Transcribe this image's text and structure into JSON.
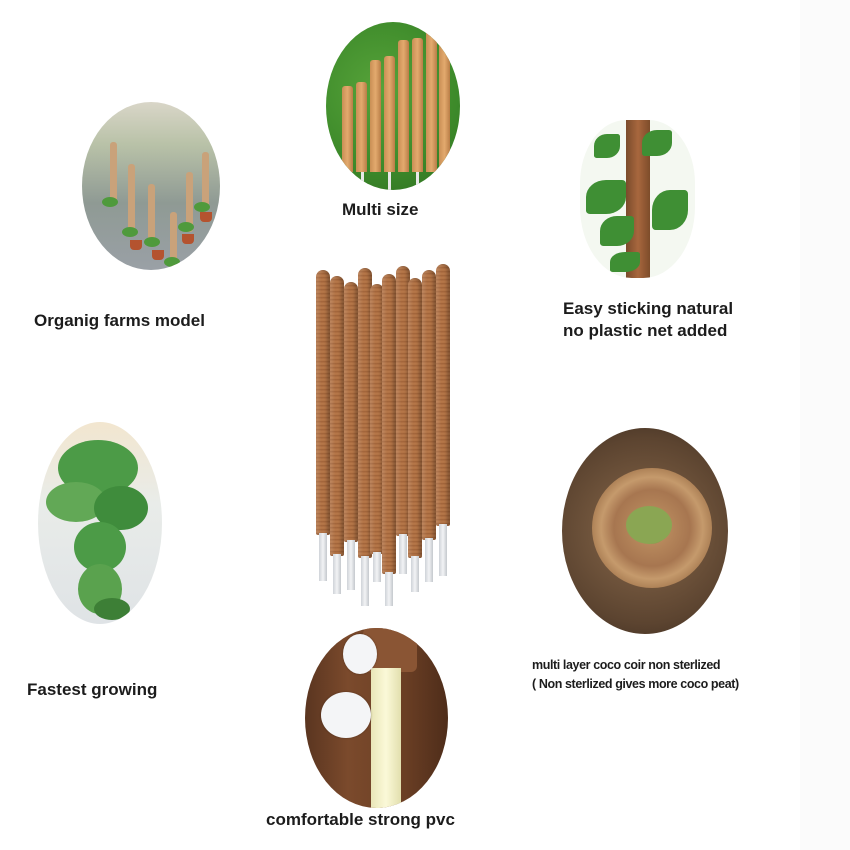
{
  "features": [
    {
      "id": "multi-size",
      "label": "Multi size",
      "image": "coir-sticks-in-grass-multiple-heights"
    },
    {
      "id": "organic-farms",
      "label": "Organig farms model",
      "image": "greenhouse-rows-of-potted-plants-on-coir-poles"
    },
    {
      "id": "easy-sticking",
      "label_lines": [
        "Easy sticking natural",
        "no plastic net added"
      ],
      "image": "climbing-plant-on-coir-pole"
    },
    {
      "id": "fastest-growing",
      "label": "Fastest growing",
      "image": "tall-leafy-plant-indoors"
    },
    {
      "id": "coco-coir",
      "label_lines": [
        "multi layer coco coir non sterlized",
        "( Non sterlized gives more coco peat)"
      ],
      "image": "coir-layers-closeup"
    },
    {
      "id": "pvc",
      "label": "comfortable strong pvc",
      "image": "pvc-core-pipe-with-coir-and-tags"
    }
  ],
  "center_image": "bundle-of-coir-moss-sticks-with-pvc-tips",
  "colors": {
    "text": "#1c1c1c",
    "coir": "#a86a3f",
    "pvc": "#e8e8e8",
    "grass": "#4a9a34"
  }
}
